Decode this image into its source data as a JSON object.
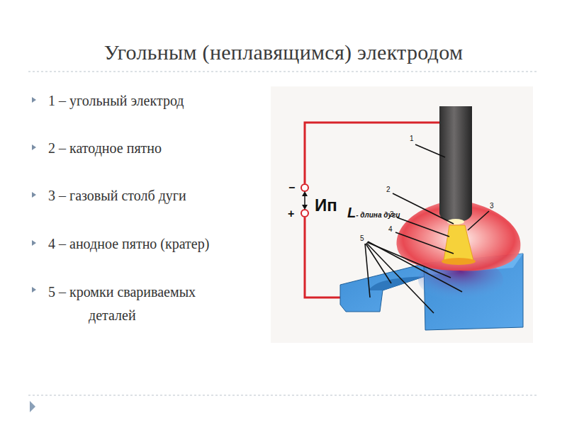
{
  "diagram": {
    "title": "Угольным (неплавящимся) электродом",
    "labels": [
      "1 – угольный электрод",
      "2 – катодное пятно",
      "3 – газовый столб дуги",
      "4 – анодное пятно (кратер)",
      "5 – кромки свариваемых деталей",
      "1",
      "2",
      "3",
      "3",
      "4",
      "5",
      "−",
      "+",
      "Ип",
      "L- длина дуги"
    ]
  }
}
